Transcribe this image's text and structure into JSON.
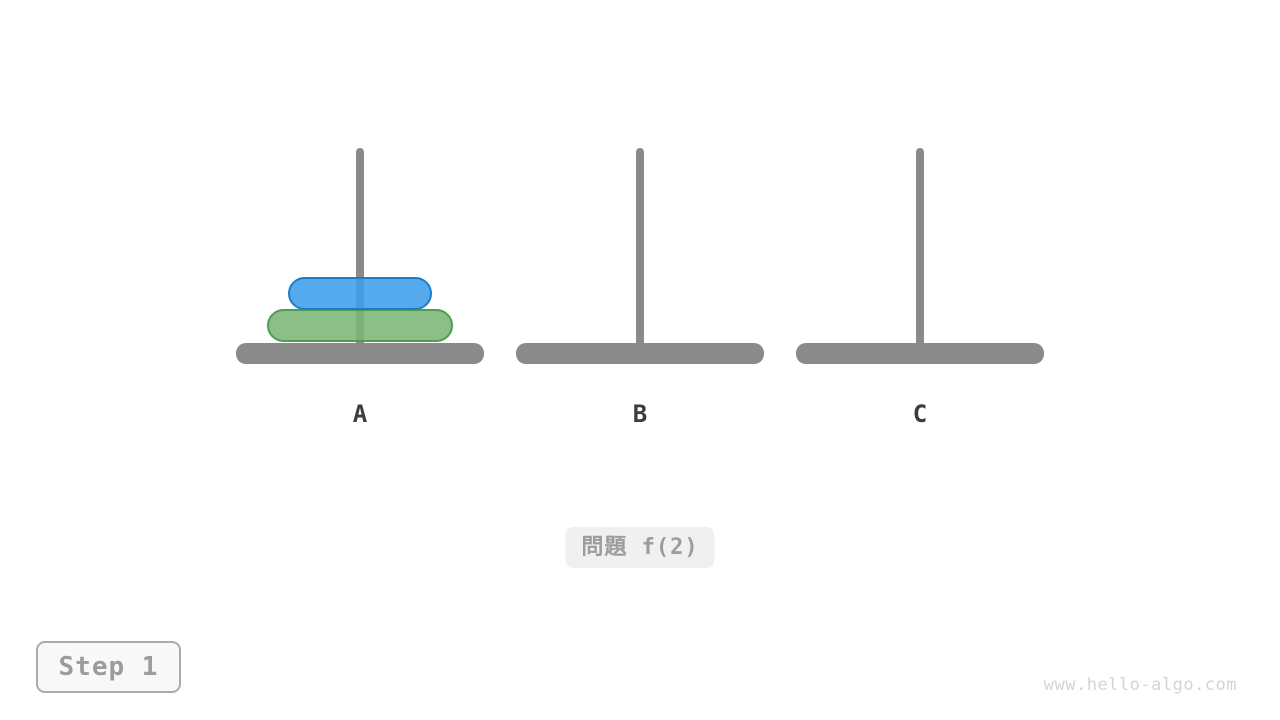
{
  "diagram": {
    "title": "tower-of-hanoi",
    "pegs": [
      {
        "label": "A"
      },
      {
        "label": "B"
      },
      {
        "label": "C"
      }
    ],
    "disks": [
      {
        "name": "disk-1",
        "size": "small",
        "peg": "A",
        "position": "top"
      },
      {
        "name": "disk-2",
        "size": "large",
        "peg": "A",
        "position": "bottom"
      }
    ]
  },
  "problem_badge": {
    "label": "問題 f(2)"
  },
  "step_badge": {
    "label": "Step 1"
  },
  "watermark": "www.hello-algo.com",
  "colors": {
    "disk1-fill": "rgba(62,157,234,0.88)",
    "disk1-border": "#1e7dc8",
    "disk2-fill": "rgba(124,182,118,0.88)",
    "disk2-border": "#4f9d50",
    "peg": "#8a8a8a",
    "label": "#3c3c3c",
    "badge-bg": "#f0f0f0",
    "badge-text": "#9c9c9c",
    "step-bg": "#f8f8f8",
    "step-border": "#ababab",
    "watermark": "#d4d4d4"
  }
}
